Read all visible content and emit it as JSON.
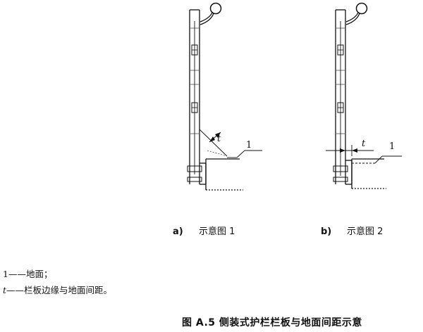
{
  "subfigures": [
    {
      "tag": "a)",
      "caption": "示意图 1",
      "callout": "1",
      "dimension": "t"
    },
    {
      "tag": "b)",
      "caption": "示意图 2",
      "callout": "1",
      "dimension": "t"
    }
  ],
  "legend": [
    {
      "symbol": "1",
      "dash": "——",
      "text": "地面；"
    },
    {
      "symbol": "t",
      "dash": "——",
      "text": "栏板边缘与地面间距。"
    }
  ],
  "figure_title": "图 A.5   侧装式护栏栏板与地面间距示意"
}
